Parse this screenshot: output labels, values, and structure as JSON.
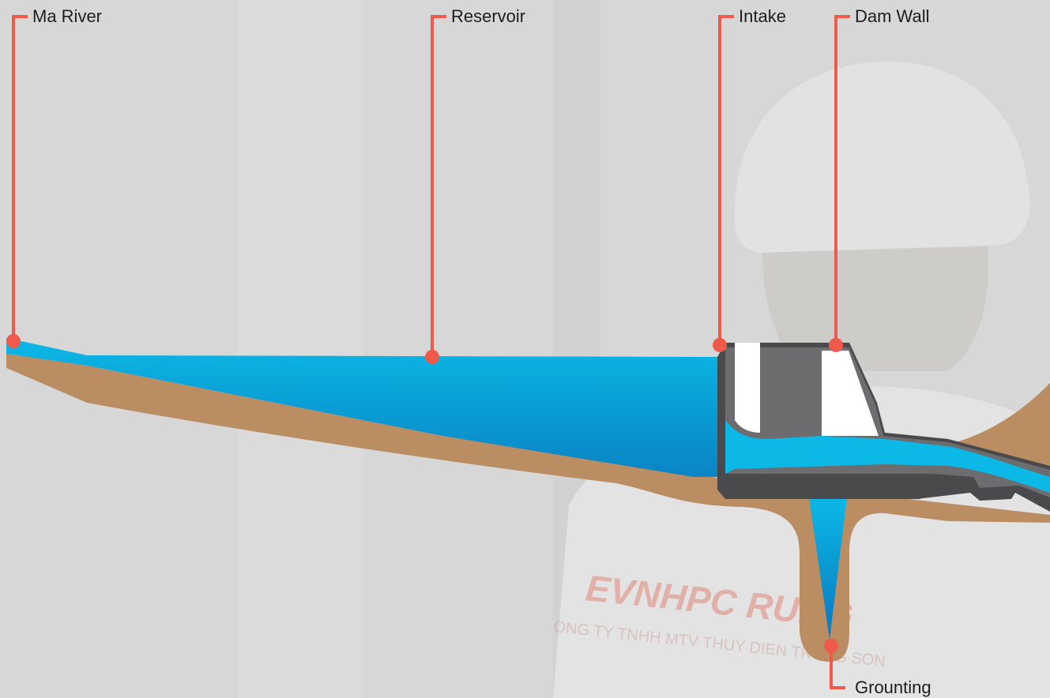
{
  "callouts": {
    "ma_river": "Ma River",
    "reservoir": "Reservoir",
    "intake": "Intake",
    "dam_wall": "Dam Wall",
    "grounting": "Grounting"
  },
  "background": {
    "shirt_logo_text": "EVNHPC RUNG",
    "shirt_sub_text": "ONG TY TNHH MTV THUY DIEN TRUNG SON"
  },
  "colors": {
    "background": "#d6d6d6",
    "water_light": "#0bb8e6",
    "water_dark": "#0a84c4",
    "earth": "#bb8d63",
    "concrete_dark": "#4a4a4c",
    "concrete_mid": "#6d6d6f",
    "concrete_white": "#ffffff",
    "leader_line": "#f05a4a"
  }
}
